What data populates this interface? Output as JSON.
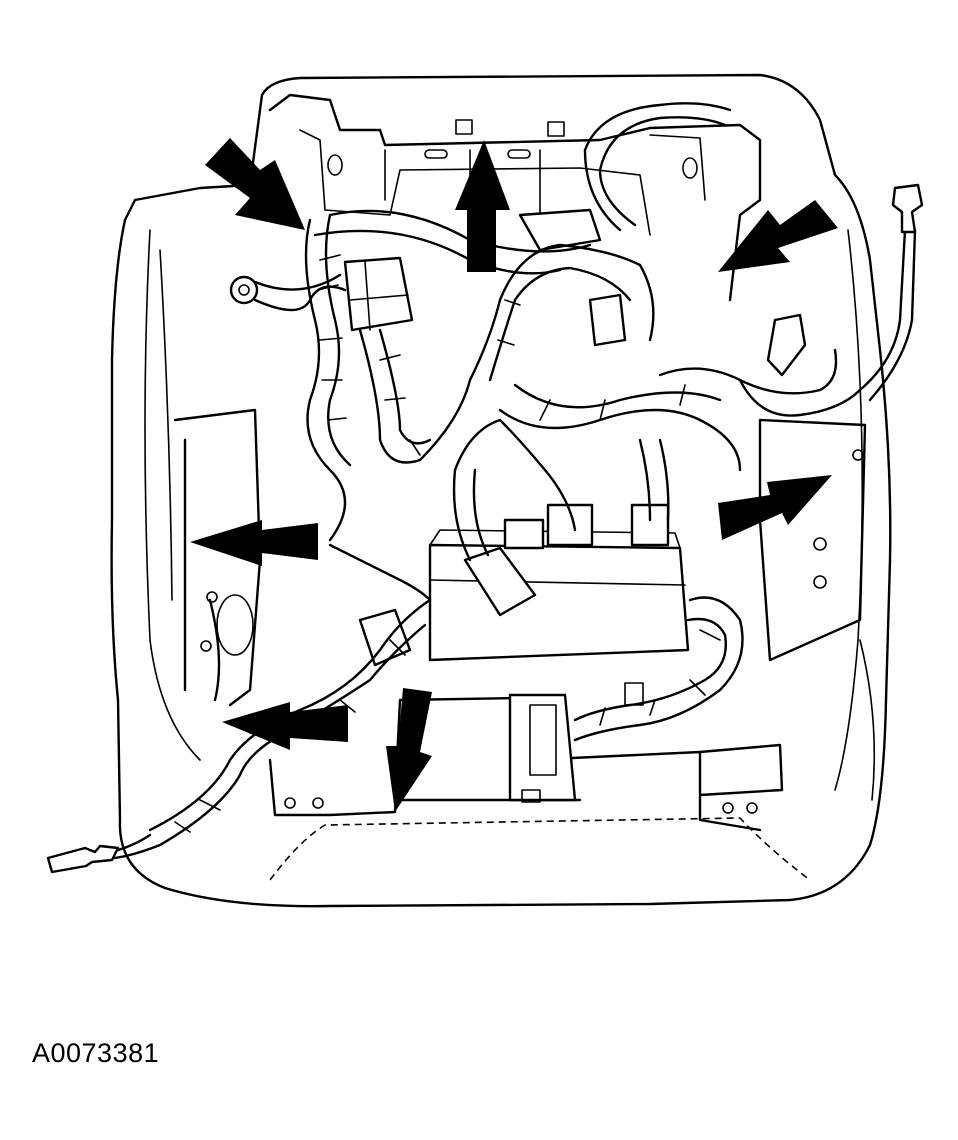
{
  "figure": {
    "id_label": "A0073381",
    "arrows": [
      "arrow-upper-left",
      "arrow-upper-center",
      "arrow-upper-right",
      "arrow-middle-left",
      "arrow-middle-right",
      "arrow-lower-left",
      "arrow-lower-center"
    ]
  }
}
